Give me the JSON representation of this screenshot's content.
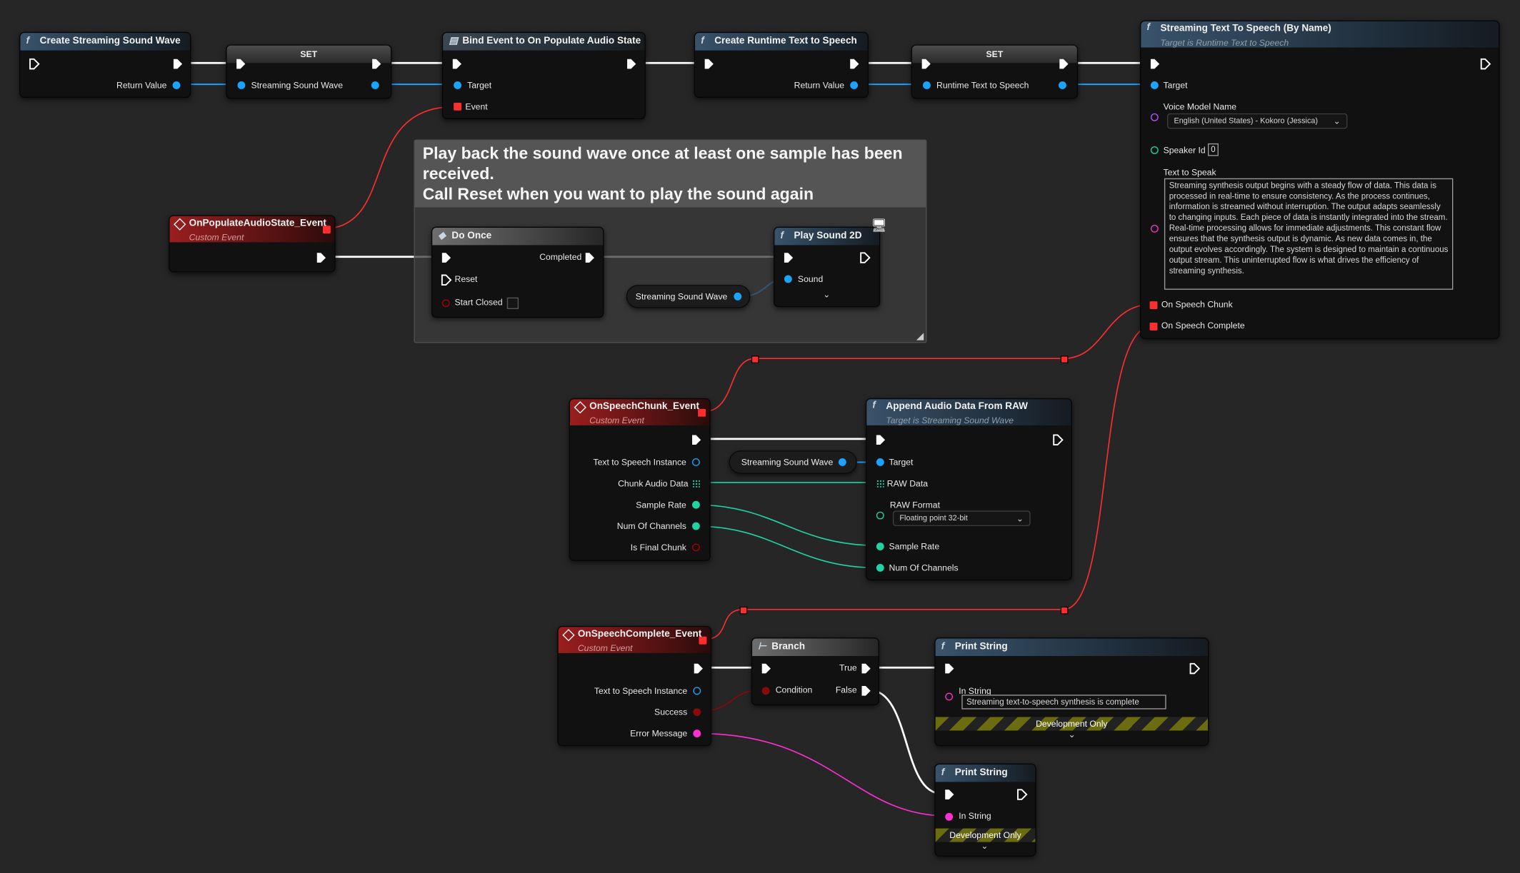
{
  "colors": {
    "background": "#262626",
    "exec_wire": "#ffffff",
    "object_wire": "#1aa3ff",
    "int_wire": "#1fd3a2",
    "delegate_wire": "#ff2e2e",
    "string_wire": "#ff2fd2"
  },
  "comment": {
    "title_line1": "Play back the sound wave once at least one sample has been",
    "title_line2": "received.",
    "title_line3": "Call Reset when you want to play the sound again"
  },
  "nodes": {
    "create_wave": {
      "title": "Create Streaming Sound Wave",
      "return": "Return Value"
    },
    "set_wave": {
      "title": "SET",
      "var": "Streaming Sound Wave"
    },
    "bind_event": {
      "title": "Bind Event to On Populate Audio State",
      "target": "Target",
      "event": "Event"
    },
    "create_tts": {
      "title": "Create Runtime Text to Speech",
      "return": "Return Value"
    },
    "set_tts": {
      "title": "SET",
      "var": "Runtime Text to Speech"
    },
    "streaming_tts": {
      "title": "Streaming Text To Speech (By Name)",
      "subtitle": "Target is Runtime Text to Speech",
      "target": "Target",
      "voice_label": "Voice Model Name",
      "voice_value": "English (United States) - Kokoro (Jessica)",
      "speaker_label": "Speaker Id",
      "speaker_value": "0",
      "text_label": "Text to Speak",
      "text_value": "Streaming synthesis output begins with a steady flow of data. This data is processed in real-time to ensure consistency. As the process continues, information is streamed without interruption. The output adapts seamlessly to changing inputs. Each piece of data is instantly integrated into the stream. Real-time processing allows for immediate adjustments. This constant flow ensures that the synthesis output is dynamic. As new data comes in, the output evolves accordingly. The system is designed to maintain a continuous output stream. This uninterrupted flow is what drives the efficiency of streaming synthesis.",
      "on_chunk": "On Speech Chunk",
      "on_complete": "On Speech Complete"
    },
    "populate_event": {
      "title": "OnPopulateAudioState_Event",
      "subtitle": "Custom Event"
    },
    "do_once": {
      "title": "Do Once",
      "completed": "Completed",
      "reset": "Reset",
      "start_closed": "Start Closed"
    },
    "play_sound": {
      "title": "Play Sound 2D",
      "sound": "Sound"
    },
    "var_wave_1": {
      "label": "Streaming Sound Wave"
    },
    "chunk_event": {
      "title": "OnSpeechChunk_Event",
      "subtitle": "Custom Event",
      "pins": [
        "Text to Speech Instance",
        "Chunk Audio Data",
        "Sample Rate",
        "Num Of Channels",
        "Is Final Chunk"
      ]
    },
    "var_wave_2": {
      "label": "Streaming Sound Wave"
    },
    "append": {
      "title": "Append Audio Data From RAW",
      "subtitle": "Target is Streaming Sound Wave",
      "target": "Target",
      "raw_data": "RAW Data",
      "raw_format": "RAW Format",
      "format_value": "Floating point 32-bit",
      "sample_rate": "Sample Rate",
      "num_channels": "Num Of Channels"
    },
    "complete_event": {
      "title": "OnSpeechComplete_Event",
      "subtitle": "Custom Event",
      "pins": [
        "Text to Speech Instance",
        "Success",
        "Error Message"
      ]
    },
    "branch": {
      "title": "Branch",
      "condition": "Condition",
      "true": "True",
      "false": "False"
    },
    "print1": {
      "title": "Print String",
      "in_string": "In String",
      "value": "Streaming text-to-speech synthesis is complete",
      "dev": "Development Only"
    },
    "print2": {
      "title": "Print String",
      "in_string": "In String",
      "dev": "Development Only"
    }
  }
}
